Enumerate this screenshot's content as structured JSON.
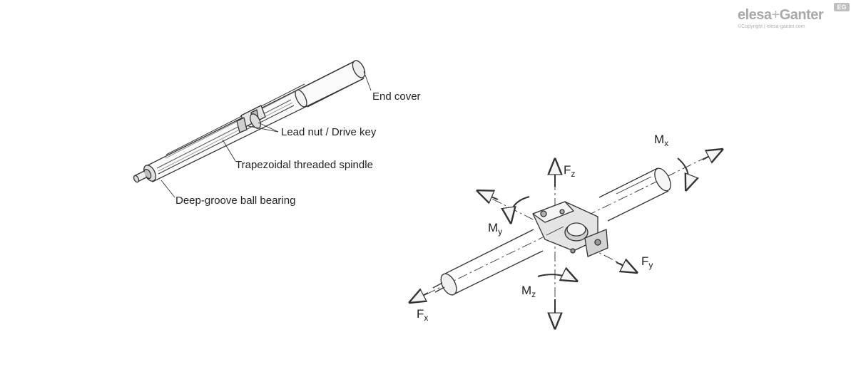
{
  "brand": {
    "name_left": "elesa",
    "plus": "+",
    "name_right": "Ganter",
    "badge": "EG",
    "copyright": "©Copyright | elesa-ganter.com",
    "color": "#a9a9a9"
  },
  "left_diagram": {
    "labels": {
      "end_cover": "End cover",
      "lead_nut": "Lead nut / Drive key",
      "spindle": "Trapezoidal threaded spindle",
      "bearing": "Deep-groove ball bearing"
    }
  },
  "right_diagram": {
    "forces": {
      "fz": {
        "main": "F",
        "sub": "z"
      },
      "fy": {
        "main": "F",
        "sub": "y"
      },
      "fx": {
        "main": "F",
        "sub": "x"
      }
    },
    "moments": {
      "mx": {
        "main": "M",
        "sub": "x"
      },
      "my": {
        "main": "M",
        "sub": "y"
      },
      "mz": {
        "main": "M",
        "sub": "z"
      }
    }
  },
  "colors": {
    "stroke": "#333333",
    "fill_light": "#f2f2f2",
    "fill_mid": "#d9d9d9",
    "fill_dark": "#9a9a9a"
  }
}
